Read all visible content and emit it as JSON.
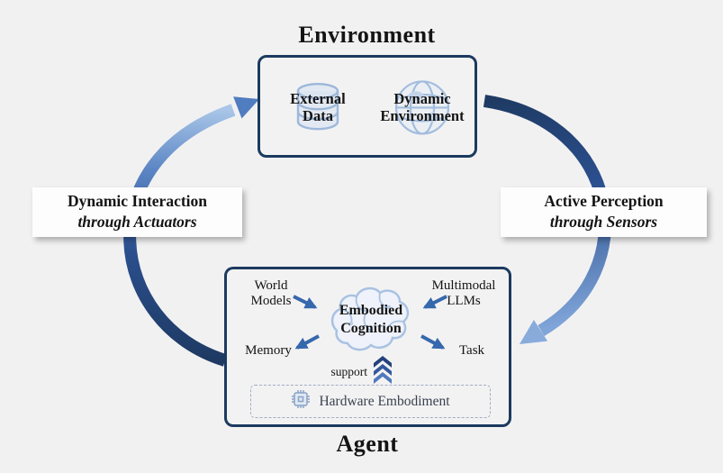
{
  "colors": {
    "border_navy": "#1b3a5f",
    "arrow_dark": "#1e3a63",
    "arrow_mid": "#2b4f8e",
    "arrow_light": "#a9c6e8",
    "icon_blue": "#a3bddd",
    "label_bg": "#fdfdfd"
  },
  "environment": {
    "title": "Environment",
    "items": [
      {
        "label": "External Data",
        "icon": "database-icon"
      },
      {
        "label": "Dynamic Environment",
        "icon": "globe-icon"
      }
    ]
  },
  "flows": {
    "left": {
      "line1": "Dynamic Interaction",
      "line2": "through Actuators"
    },
    "right": {
      "line1": "Active Perception",
      "line2": "through Sensors"
    }
  },
  "agent": {
    "title": "Agent",
    "cognition": {
      "line1": "Embodied",
      "line2": "Cognition"
    },
    "nodes": {
      "world_models": "World Models",
      "multimodal_llms": "Multimodal LLMs",
      "memory": "Memory",
      "task": "Task"
    },
    "support_label": "support",
    "hardware_label": "Hardware Embodiment"
  }
}
